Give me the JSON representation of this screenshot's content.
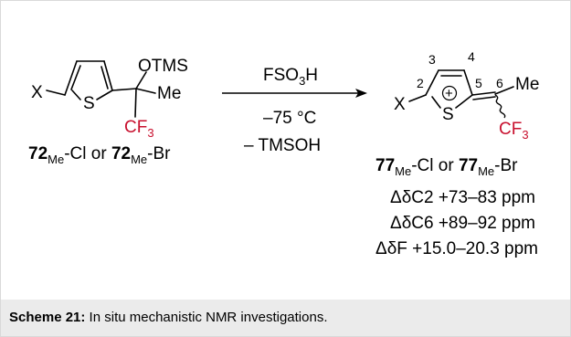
{
  "reactant": {
    "substituent_x": "X",
    "ring_atom_s": "S",
    "group_otms": "OTMS",
    "group_me": "Me",
    "group_cf3": "CF",
    "group_cf3_sub": "3",
    "label_num_1": "72",
    "label_sub_1": "Me",
    "label_text_1": "-Cl or ",
    "label_num_2": "72",
    "label_sub_2": "Me",
    "label_text_2": "-Br"
  },
  "conditions": {
    "reagent_main": "FSO",
    "reagent_sub": "3",
    "reagent_tail": "H",
    "temperature": "–75 °C",
    "byproduct": "– TMSOH"
  },
  "product": {
    "substituent_x": "X",
    "ring_atom_s": "S",
    "charge": "+",
    "atom_numbers": [
      "2",
      "3",
      "4",
      "5",
      "6"
    ],
    "group_me": "Me",
    "group_cf3": "CF",
    "group_cf3_sub": "3",
    "label_num_1": "77",
    "label_sub_1": "Me",
    "label_text_1": "-Cl or ",
    "label_num_2": "77",
    "label_sub_2": "Me",
    "label_text_2": "-Br"
  },
  "nmr_shifts": [
    "ΔδC2 +73–83 ppm",
    "ΔδC6 +89–92 ppm",
    "ΔδF +15.0–20.3 ppm"
  ],
  "caption": {
    "label": "Scheme 21:",
    "text": " In situ mechanistic NMR investigations."
  },
  "colors": {
    "cf3": "#c8102e",
    "caption_bg": "#ebebeb",
    "frame_border": "#d9d9d9"
  }
}
